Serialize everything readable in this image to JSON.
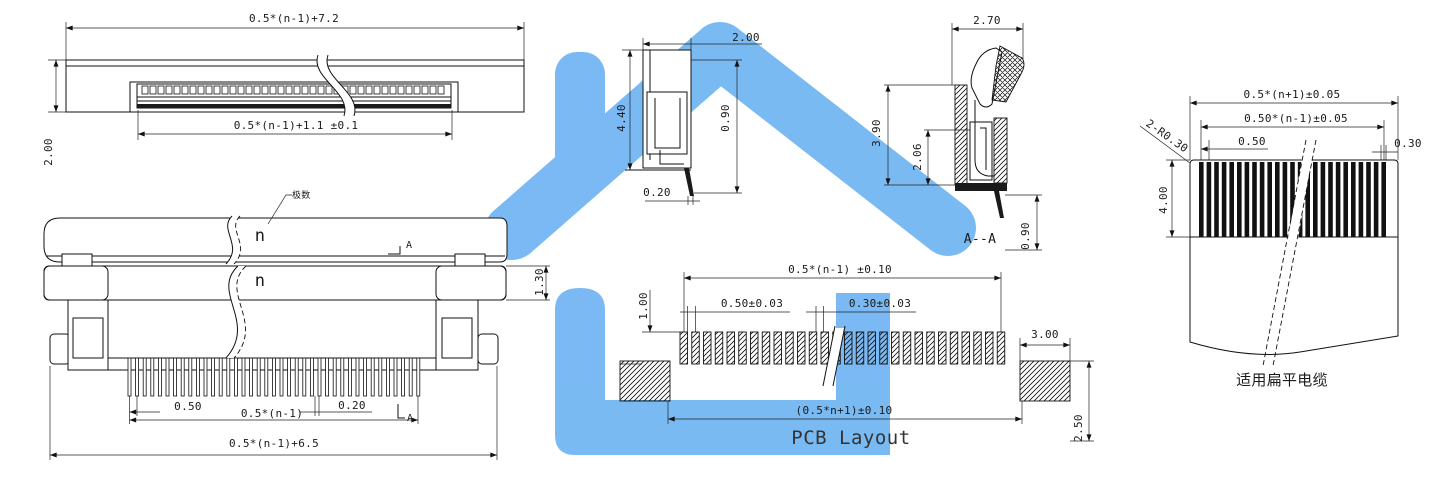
{
  "watermark": {
    "icon": "house-logo-icon",
    "color": "#6cb2f2"
  },
  "top_view": {
    "overall_width": "0.5*(n-1)+7.2",
    "contact_span": "0.5*(n-1)+1.1 ±0.1",
    "height": "2.00"
  },
  "front_view": {
    "pin_count_label": "极数",
    "n_actuator": "n",
    "n_body": "n",
    "section_mark_top": "A",
    "section_mark_bottom": "A",
    "height": "1.30",
    "pitch": "0.50",
    "pin_span": "0.5*(n-1)",
    "pin_width": "0.20",
    "overall_width": "0.5*(n-1)+6.5"
  },
  "side_view": {
    "width": "2.00",
    "height": "4.40",
    "contact_height": "0.90",
    "pin_width": "0.20"
  },
  "section_view": {
    "width": "2.70",
    "height": "3.90",
    "inner_height": "2.06",
    "foot_height": "0.90",
    "label": "A--A"
  },
  "cable": {
    "overall_width": "0.5*(n+1)±0.05",
    "conductor_span": "0.50*(n-1)±0.05",
    "pitch": "0.50",
    "conductor_width": "0.30",
    "corner_radius": "2-R0.30",
    "exposed_length": "4.00",
    "caption": "适用扁平电缆"
  },
  "pcb_layout": {
    "pad_length": "1.00",
    "pad_span": "0.5*(n-1) ±0.10",
    "pitch": "0.50±0.03",
    "pad_width": "0.30±0.03",
    "anchor_width": "3.00",
    "overall_width": "(0.5*n+1)±0.10",
    "title": "PCB Layout",
    "anchor_height": "2.50"
  }
}
